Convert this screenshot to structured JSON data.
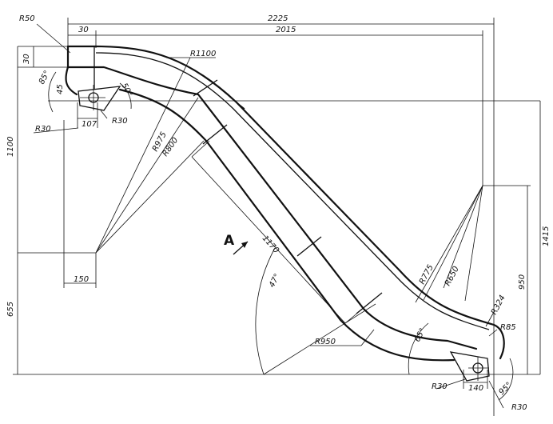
{
  "labels": {
    "dim_2225": "2225",
    "dim_2015": "2015",
    "dim_30_top": "30",
    "r50": "R50",
    "dim_30_left": "30",
    "angle_85": "85°",
    "dim_45": "45",
    "angle_50": "50°",
    "r30_left": "R30",
    "dim_107": "107",
    "r30_left2": "R30",
    "r1100": "R1100",
    "r975": "R975",
    "r800": "R800",
    "dim_1100": "1100",
    "dim_150": "150",
    "dim_655": "655",
    "view_a": "A",
    "dim_1170": "1170",
    "angle_47": "47°",
    "r950": "R950",
    "r775": "R775",
    "r650": "R650",
    "dim_1415": "1415",
    "dim_950": "950",
    "r324": "R324",
    "r85": "R85",
    "angle_65": "65°",
    "r30_bottom": "R30",
    "dim_140": "140",
    "angle_95": "95°",
    "r30_bottom2": "R30"
  }
}
